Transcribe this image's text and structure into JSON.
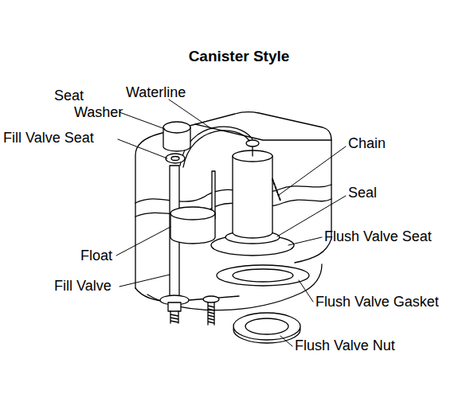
{
  "diagram": {
    "title": "Canister Style",
    "labels": [
      "Seat Washer",
      "Waterline",
      "Fill Valve Seat",
      "Chain",
      "Seal",
      "Flush Valve Seat",
      "Float",
      "Fill Valve",
      "Flush Valve Gasket",
      "Flush Valve Nut"
    ]
  }
}
